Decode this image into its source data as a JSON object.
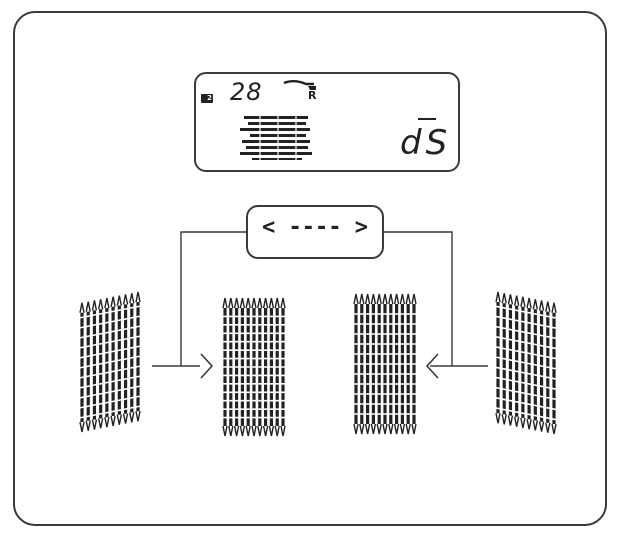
{
  "lcd": {
    "memory_icon": "memory-card-icon",
    "memory_label": "2",
    "stitch_number": "28",
    "foot_icon": "presser-foot-icon",
    "foot_code": "R",
    "stitch_pattern_icon": "stitch-pattern-icon",
    "mode_code": "dS"
  },
  "direction_box": {
    "label": "< ---- >"
  },
  "arrows": [
    "arrow-right-icon",
    "arrow-left-icon"
  ],
  "stitch_samples": [
    "slanted-left-stitch-sample",
    "straight-stitch-sample",
    "straight-stitch-sample",
    "slanted-right-stitch-sample"
  ],
  "colors": {
    "line": "#3a3a3a",
    "ink": "#222222"
  }
}
